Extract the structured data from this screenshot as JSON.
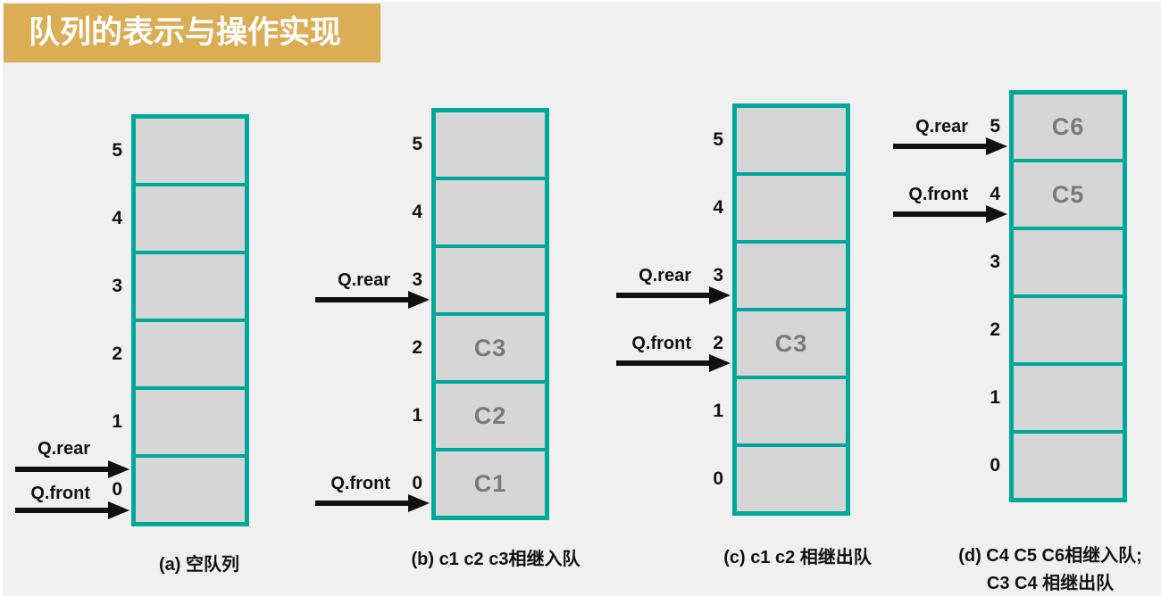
{
  "slide": {
    "title": "队列的表示与操作实现"
  },
  "colors": {
    "banner_gold": "#DBAE55",
    "queue_border_teal": "#00A79B",
    "cell_fill_gray": "#D6D6D6",
    "cell_value_gray": "#7A7A7A",
    "arrow_black": "#111111",
    "background_gray": "#F0F0F0",
    "title_text_white": "#FFFFFF"
  },
  "queues": [
    {
      "id": "a",
      "caption": "(a) 空队列",
      "cells": [
        {
          "index": "5",
          "value": ""
        },
        {
          "index": "4",
          "value": ""
        },
        {
          "index": "3",
          "value": ""
        },
        {
          "index": "2",
          "value": ""
        },
        {
          "index": "1",
          "value": ""
        },
        {
          "index": "0",
          "value": ""
        }
      ],
      "pointers": [
        {
          "label": "Q.rear",
          "points_to_index": "0"
        },
        {
          "label": "Q.front",
          "points_to_index": "0"
        }
      ]
    },
    {
      "id": "b",
      "caption": "(b) c1 c2 c3相继入队",
      "cells": [
        {
          "index": "5",
          "value": ""
        },
        {
          "index": "4",
          "value": ""
        },
        {
          "index": "3",
          "value": ""
        },
        {
          "index": "2",
          "value": "C3"
        },
        {
          "index": "1",
          "value": "C2"
        },
        {
          "index": "0",
          "value": "C1"
        }
      ],
      "pointers": [
        {
          "label": "Q.rear",
          "points_to_index": "3"
        },
        {
          "label": "Q.front",
          "points_to_index": "0"
        }
      ]
    },
    {
      "id": "c",
      "caption": "(c) c1 c2 相继出队",
      "cells": [
        {
          "index": "5",
          "value": ""
        },
        {
          "index": "4",
          "value": ""
        },
        {
          "index": "3",
          "value": ""
        },
        {
          "index": "2",
          "value": "C3"
        },
        {
          "index": "1",
          "value": ""
        },
        {
          "index": "0",
          "value": ""
        }
      ],
      "pointers": [
        {
          "label": "Q.rear",
          "points_to_index": "3"
        },
        {
          "label": "Q.front",
          "points_to_index": "2"
        }
      ]
    },
    {
      "id": "d",
      "caption": "(d) C4 C5 C6相继入队;",
      "caption2": "C3 C4 相继出队",
      "cells": [
        {
          "index": "5",
          "value": "C6"
        },
        {
          "index": "4",
          "value": "C5"
        },
        {
          "index": "3",
          "value": ""
        },
        {
          "index": "2",
          "value": ""
        },
        {
          "index": "1",
          "value": ""
        },
        {
          "index": "0",
          "value": ""
        }
      ],
      "pointers": [
        {
          "label": "Q.rear",
          "points_to_index": "5"
        },
        {
          "label": "Q.front",
          "points_to_index": "4"
        }
      ]
    }
  ]
}
